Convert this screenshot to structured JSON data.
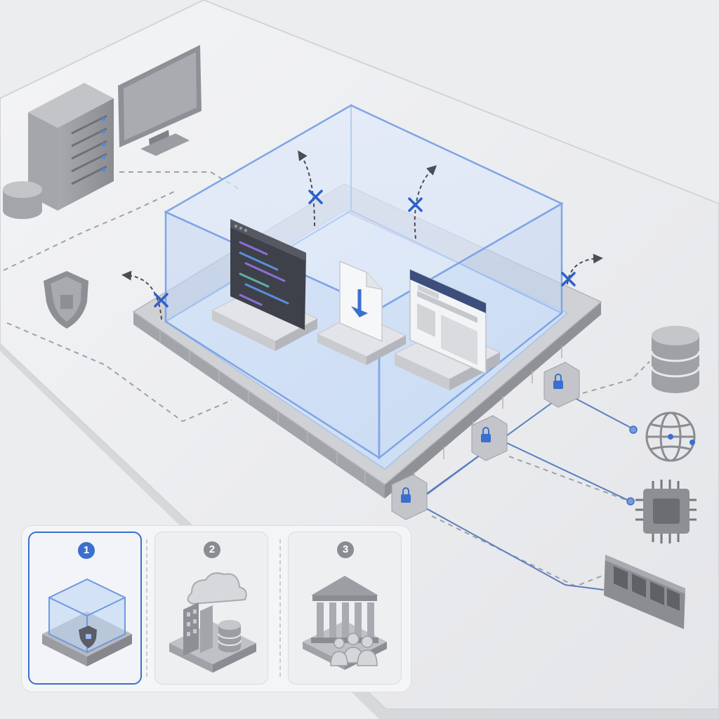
{
  "colors": {
    "accent": "#3a6fd0",
    "accent_light": "#9cbcf0",
    "glass": "#bcd3f3",
    "wall": "#c6c8cd",
    "device": "#8f9196",
    "connector_dash": "#9ea1a7"
  },
  "icons": {
    "server": "server-tower-icon",
    "monitor": "monitor-icon",
    "cylinder": "storage-cylinder-icon",
    "shield": "shield-icon",
    "terminal": "code-terminal-icon",
    "file": "download-file-icon",
    "browser": "browser-window-icon",
    "database": "database-icon",
    "globe": "globe-network-icon",
    "chip": "cpu-chip-icon",
    "memory": "memory-module-icon",
    "lock": "lock-icon",
    "blocked": "blocked-x-icon"
  },
  "steps": [
    {
      "number": "1",
      "icon": "sandbox-cube-icon",
      "active": true
    },
    {
      "number": "2",
      "icon": "cloud-datacenter-icon",
      "active": false
    },
    {
      "number": "3",
      "icon": "institution-users-icon",
      "active": false
    }
  ]
}
